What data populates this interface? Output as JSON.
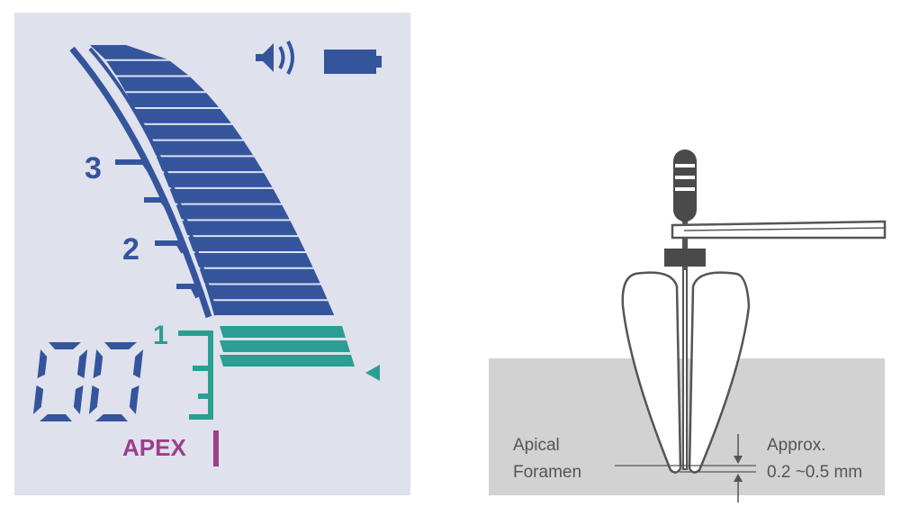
{
  "display": {
    "reading": "00",
    "scale_labels": {
      "three": "3",
      "two": "2",
      "one": "1"
    },
    "apex_label": "APEX",
    "blue_bar_count": 17,
    "green_bar_count": 3,
    "colors": {
      "panel_bg": "#dfe1ec",
      "bar_blue": "#34549c",
      "bar_green": "#2b9e92",
      "apex_purple": "#9b3e8c",
      "pointer_green": "#2b9e92"
    },
    "icons": [
      "speaker-icon",
      "battery-icon",
      "pointer-arrow-icon"
    ]
  },
  "diagram": {
    "apical_foramen_label": [
      "Apical",
      "Foramen"
    ],
    "distance_label": [
      "Approx.",
      "0.2 ~0.5 mm"
    ],
    "colors": {
      "gum": "#d2d2d2",
      "outline": "#555555",
      "file_handle": "#4a4a4a"
    },
    "icons": [
      "endodontic-file-icon",
      "tooth-icon",
      "file-clip-icon"
    ]
  }
}
